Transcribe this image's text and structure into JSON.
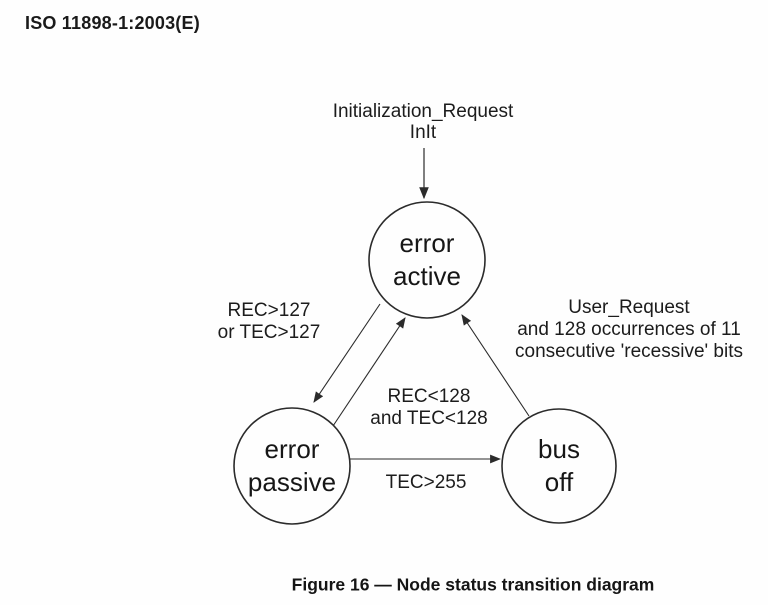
{
  "header": {
    "title": "ISO 11898-1:2003(E)"
  },
  "states": {
    "error_active": {
      "line1": "error",
      "line2": "active"
    },
    "error_passive": {
      "line1": "error",
      "line2": "passive"
    },
    "bus_off": {
      "line1": "bus",
      "line2": "off"
    }
  },
  "transitions": {
    "initialization": {
      "line1": "Initialization_Request",
      "line2": "InIt"
    },
    "active_to_passive": {
      "line1": "REC>127",
      "line2": "or TEC>127"
    },
    "passive_to_active": {
      "line1": "REC<128",
      "line2": "and TEC<128"
    },
    "bus_off_to_active": {
      "line1": "User_Request",
      "line2": "and 128 occurrences of 11",
      "line3": "consecutive 'recessive' bits"
    },
    "passive_to_bus_off": {
      "label": "TEC>255"
    }
  },
  "caption": {
    "text": "Figure 16 — Node status transition diagram"
  },
  "colors": {
    "ink": "#1a1a1a",
    "line": "#2b2b2b",
    "background": "#fefefe"
  }
}
